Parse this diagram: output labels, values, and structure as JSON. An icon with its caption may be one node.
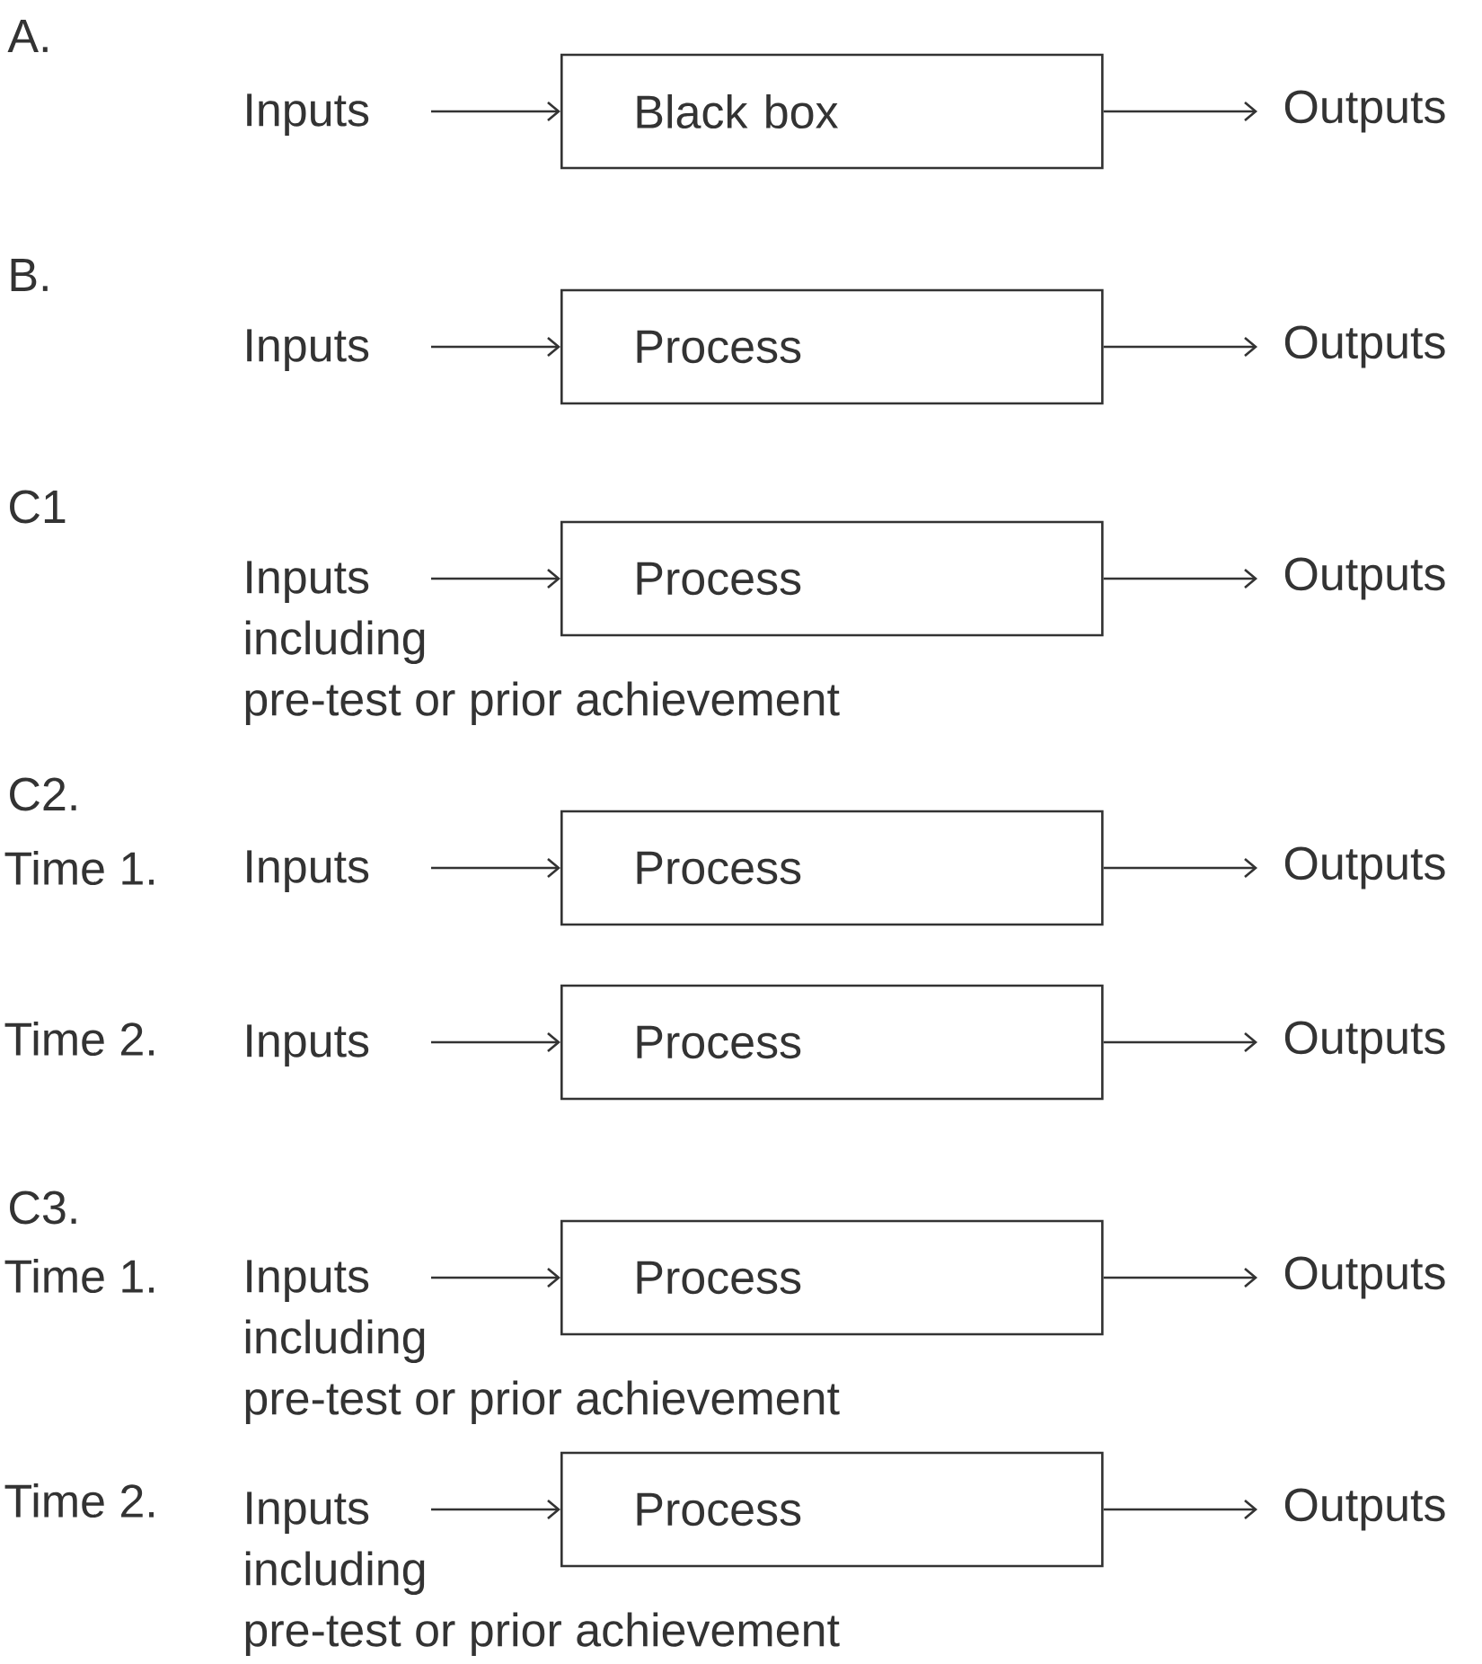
{
  "diagram": {
    "nodes": [
      {
        "text": [
          "Inputs"
        ]
      },
      {
        "text": [
          "Black box"
        ]
      },
      {
        "text": [
          "Outputs"
        ]
      },
      {
        "text": [
          "Inputs"
        ]
      },
      {
        "text": [
          "Process"
        ]
      },
      {
        "text": [
          "Outputs"
        ]
      },
      {
        "text": [
          "Inputs",
          "including",
          "pre-test or prior achievement"
        ]
      },
      {
        "text": [
          "Process"
        ]
      },
      {
        "text": [
          "Outputs"
        ]
      },
      {
        "text": [
          "Inputs"
        ]
      },
      {
        "text": [
          "Process"
        ]
      },
      {
        "text": [
          "Outputs"
        ]
      },
      {
        "text": [
          "Inputs"
        ]
      },
      {
        "text": [
          "Process"
        ]
      },
      {
        "text": [
          "Outputs"
        ]
      },
      {
        "text": [
          "Inputs",
          "including",
          "pre-test or prior achievement"
        ]
      },
      {
        "text": [
          "Process"
        ]
      },
      {
        "text": [
          "Outputs"
        ]
      },
      {
        "text": [
          "Inputs",
          "including",
          "pre-test or prior achievement"
        ]
      },
      {
        "text": [
          "Process"
        ]
      },
      {
        "text": [
          "Outputs"
        ]
      }
    ],
    "edges": [
      {
        "from": 0,
        "to": 1,
        "arrow": "to"
      },
      {
        "from": 1,
        "to": 2,
        "arrow": "to"
      },
      {
        "from": 3,
        "to": 4,
        "arrow": "to"
      },
      {
        "from": 4,
        "to": 5,
        "arrow": "to"
      },
      {
        "from": 6,
        "to": 7,
        "arrow": "to"
      },
      {
        "from": 7,
        "to": 8,
        "arrow": "to"
      },
      {
        "from": 9,
        "to": 10,
        "arrow": "to"
      },
      {
        "from": 10,
        "to": 11,
        "arrow": "to"
      },
      {
        "from": 12,
        "to": 13,
        "arrow": "to"
      },
      {
        "from": 13,
        "to": 14,
        "arrow": "to"
      },
      {
        "from": 15,
        "to": 16,
        "arrow": "to"
      },
      {
        "from": 16,
        "to": 17,
        "arrow": "to"
      },
      {
        "from": 18,
        "to": 19,
        "arrow": "to"
      },
      {
        "from": 19,
        "to": 20,
        "arrow": "to"
      }
    ],
    "labels": [
      "A.",
      "B.",
      "C1",
      "C2.",
      "Time 1.",
      "Time 2.",
      "C3.",
      "Time 1.",
      "Time 2."
    ]
  }
}
